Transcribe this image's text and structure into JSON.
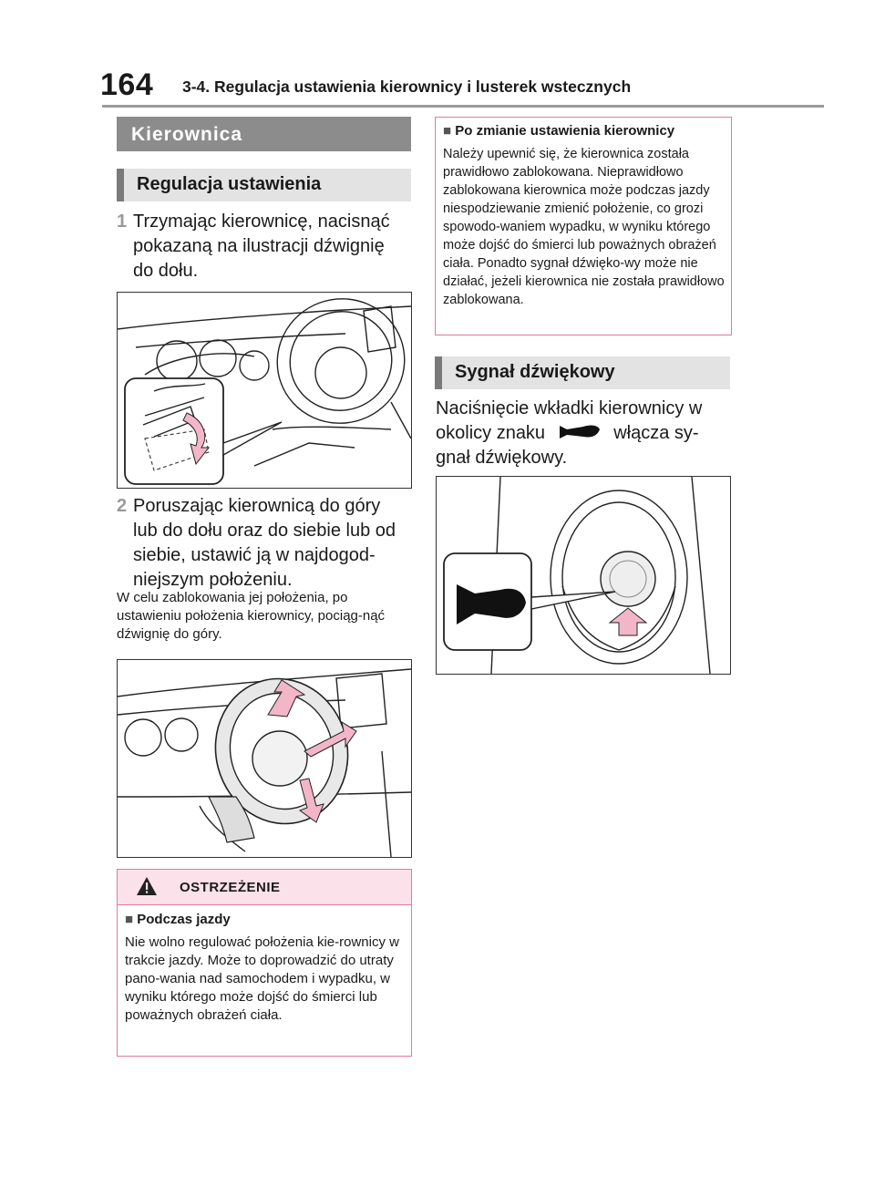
{
  "header": {
    "page_number": "164",
    "title": "3-4. Regulacja ustawienia kierownicy i lusterek wstecznych"
  },
  "left": {
    "section_title": "Kierownica",
    "subsection_title": "Regulacja ustawienia",
    "step1": {
      "number": "1",
      "text": "Trzymając kierownicę, nacisnąć pokazaną na ilustracji dźwignię do dołu."
    },
    "step2": {
      "number": "2",
      "text": "Poruszając kierownicą do góry lub do dołu oraz do siebie lub od siebie, ustawić ją w najdogod-niejszym położeniu."
    },
    "note": "W celu zablokowania jej położenia, po ustawieniu położenia kierownicy, pociąg-nąć dźwignię do góry.",
    "warning": {
      "label": "OSTRZEŻENIE",
      "heading": "Podczas jazdy",
      "body": "Nie wolno regulować położenia kie-rownicy w trakcie jazdy. Może to doprowadzić do utraty pano-wania nad samochodem i wypadku, w wyniku którego może dojść do śmierci lub poważnych obrażeń ciała."
    }
  },
  "right": {
    "caution": {
      "heading": "Po zmianie ustawienia kierownicy",
      "body": "Należy upewnić się, że kierownica została prawidłowo zablokowana. Nieprawidłowo zablokowana kierownica może podczas jazdy niespodziewanie zmienić położenie, co grozi spowodo-waniem wypadku, w wyniku którego może dojść do śmierci lub poważnych obrażeń ciała. Ponadto sygnał dźwięko-wy może nie działać, jeżeli kierownica nie została prawidłowo zablokowana."
    },
    "subsection_title": "Sygnał dźwiękowy",
    "horn_text_a": "Naciśnięcie wkładki kierownicy w okolicy znaku",
    "horn_text_b": "włącza sy-gnał dźwiękowy."
  },
  "colors": {
    "warning_border": "#e07aa0",
    "warning_fill": "#fbe1ea",
    "arrow_pink": "#f3b6c9",
    "section_gray": "#8c8c8c"
  },
  "icons": [
    "warning-triangle-icon",
    "horn-icon",
    "square-bullet-icon"
  ]
}
